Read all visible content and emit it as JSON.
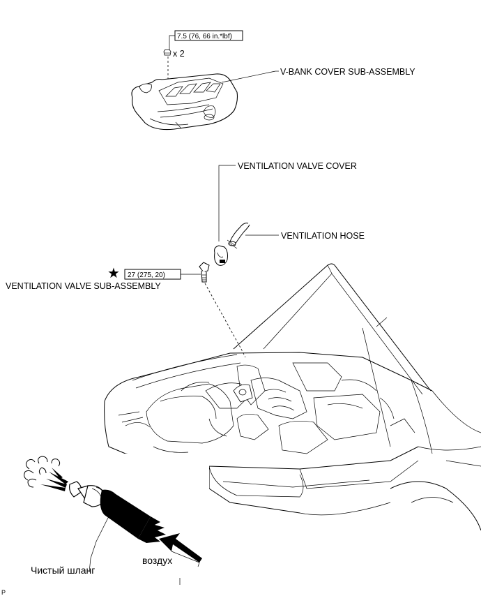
{
  "torque_top": {
    "value": "7.5 (76, 66 in.*lbf)",
    "qty": "x 2"
  },
  "labels": {
    "v_bank_cover": "V-BANK COVER SUB-ASSEMBLY",
    "ventilation_valve_cover": "VENTILATION VALVE COVER",
    "ventilation_hose": "VENTILATION HOSE",
    "ventilation_valve_sub_assembly": "VENTILATION VALVE SUB-ASSEMBLY"
  },
  "torque_valve": {
    "value": "27 (275, 20)",
    "symbol": "★"
  },
  "inset": {
    "clean_hose": "Чистый шланг",
    "air": "воздух"
  },
  "corner_mark": "P"
}
